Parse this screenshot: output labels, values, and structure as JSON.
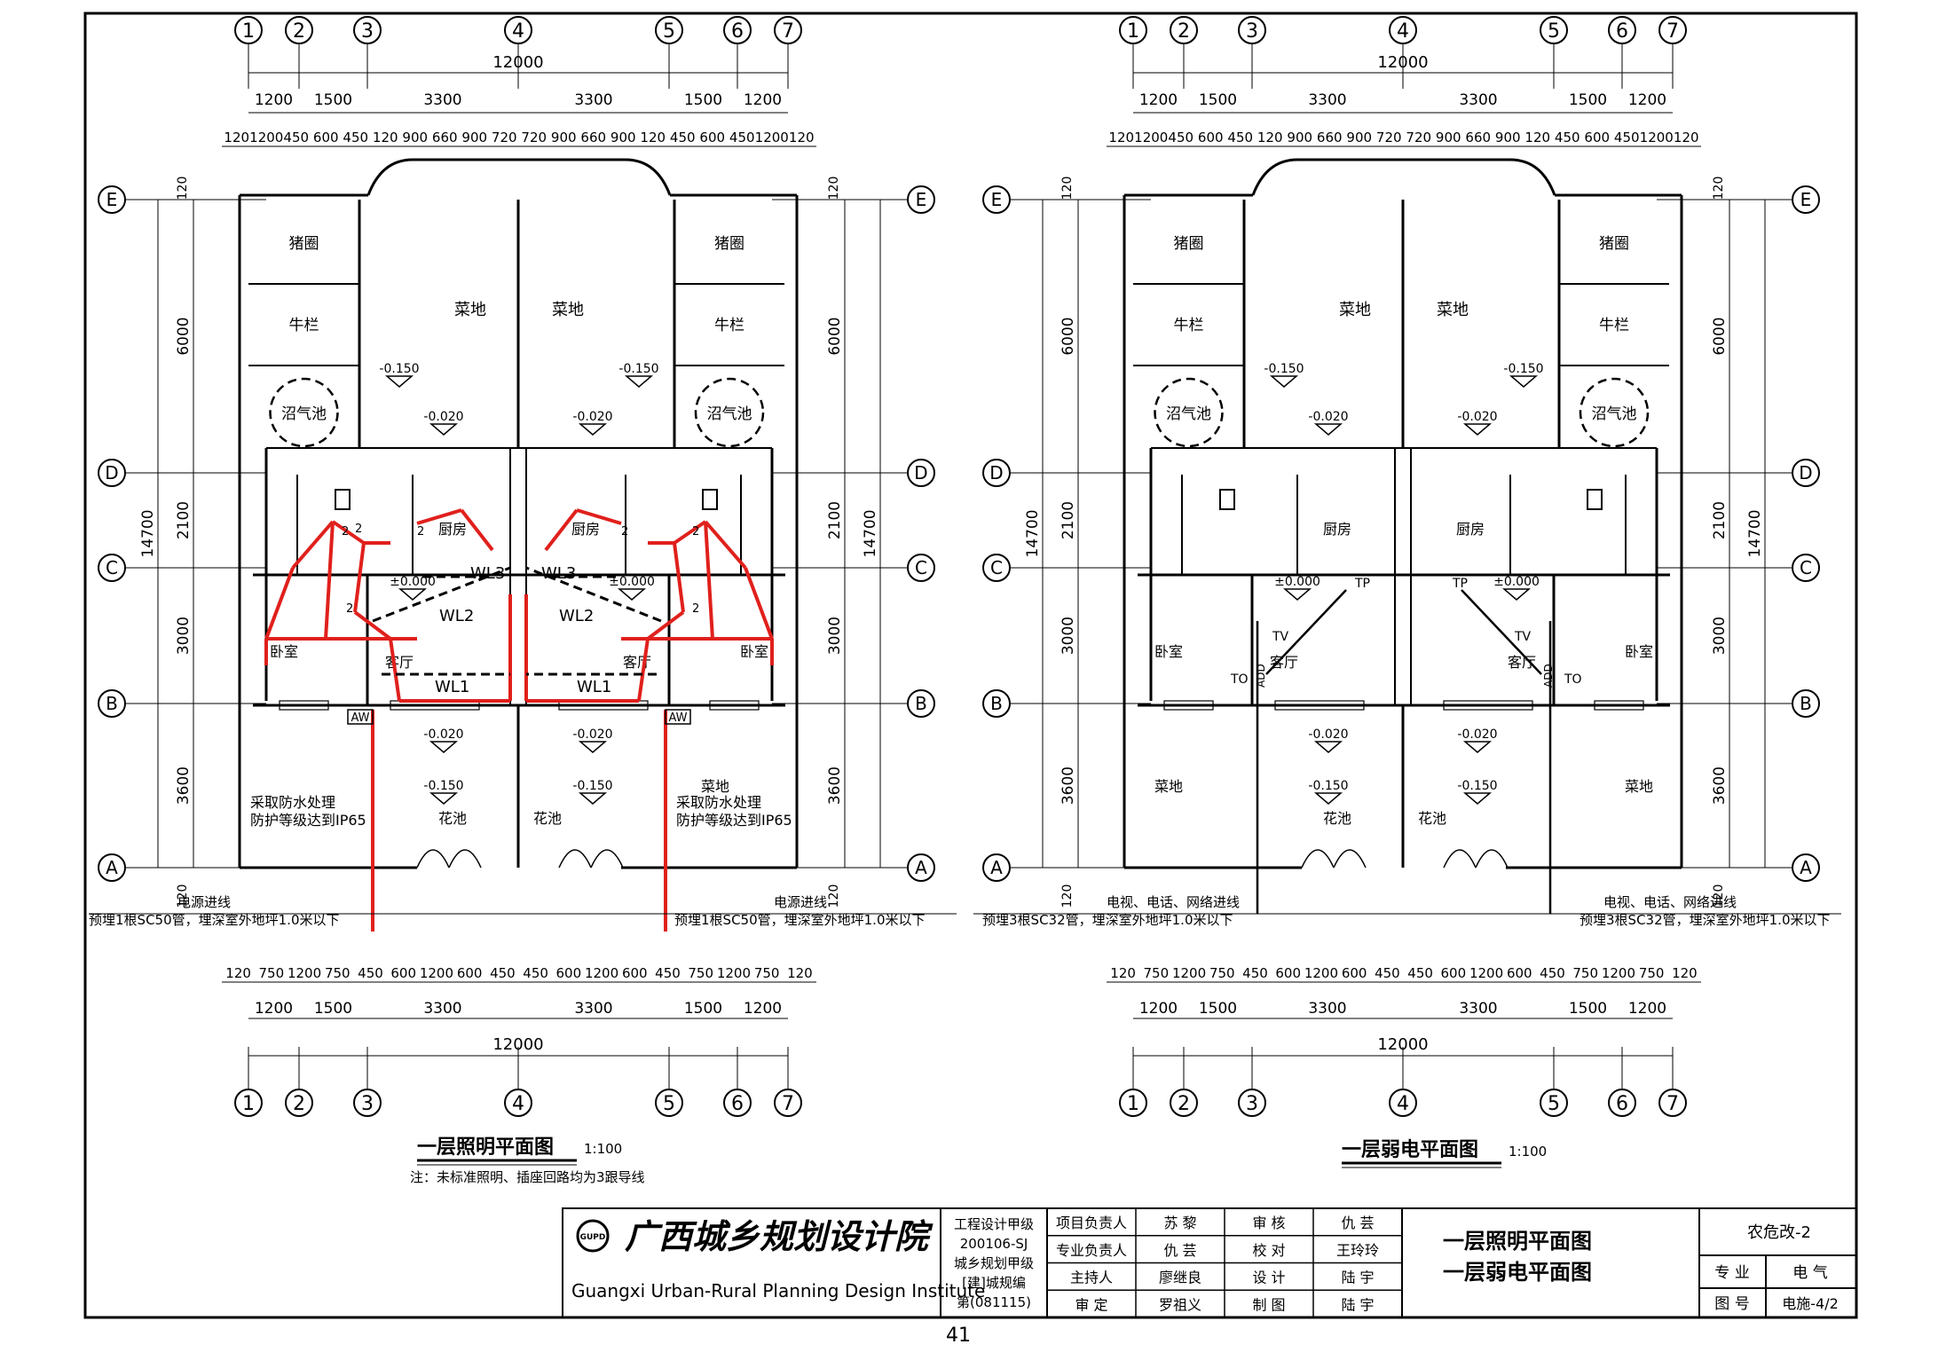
{
  "sheet": {
    "page_number": "41"
  },
  "axes": {
    "columns": [
      "1",
      "2",
      "3",
      "4",
      "5",
      "6",
      "7"
    ],
    "rows": [
      "A",
      "B",
      "C",
      "D",
      "E"
    ]
  },
  "dims": {
    "top_total": "12000",
    "top_row1": [
      "1200",
      "1500",
      "3300",
      "3300",
      "1500",
      "1200"
    ],
    "top_row2": [
      "120",
      "1200",
      "450",
      "600",
      "450",
      "120",
      "900",
      "660",
      "900",
      "720",
      "720",
      "900",
      "660",
      "900",
      "120",
      "450",
      "600",
      "450",
      "1200",
      "120"
    ],
    "bottom_row1": [
      "120",
      "750",
      "1200",
      "750",
      "450",
      "600",
      "1200",
      "600",
      "450",
      "450",
      "600",
      "1200",
      "600",
      "450",
      "750",
      "1200",
      "750",
      "120"
    ],
    "bottom_row2": [
      "1200",
      "1500",
      "3300",
      "3300",
      "1500",
      "1200"
    ],
    "bottom_total": "12000",
    "left_total": "14700",
    "left_parts": [
      "6000",
      "2100",
      "3000",
      "3600"
    ],
    "right_parts": [
      "6000",
      "2100",
      "3000",
      "3600"
    ],
    "right_total": "14700",
    "small_top": "120",
    "small_bottom": "120"
  },
  "rooms": {
    "pigsty": "猪圈",
    "cattle": "牛栏",
    "vegetable": "菜地",
    "biogas": "沼气池",
    "kitchen": "厨房",
    "bedroom": "卧室",
    "living": "客厅",
    "flower": "花池"
  },
  "levels": {
    "l1": "-0.150",
    "l2": "-0.020",
    "l0": "±0.000"
  },
  "circuits": {
    "wl1": "WL1",
    "wl2": "WL2",
    "wl3": "WL3",
    "aw": "AW",
    "two": "2",
    "tp": "TP",
    "tv": "TV",
    "to": "TO",
    "add": "ADD"
  },
  "notes": {
    "waterproof1": "采取防水处理",
    "waterproof2": "防护等级达到IP65",
    "power_in": "电源进线",
    "power_pipe": "预埋1根SC50管，埋深室外地坪1.0米以下",
    "weak_in": "电视、电话、网络进线",
    "weak_pipe": "预埋3根SC32管，埋深室外地坪1.0米以下",
    "caiди": "菜地"
  },
  "titles": {
    "lighting_title": "一层照明平面图",
    "lighting_scale": "1:100",
    "lighting_note": "注：未标准照明、插座回路均为3跟导线",
    "weak_title": "一层弱电平面图",
    "weak_scale": "1:100"
  },
  "title_block": {
    "institute_cn": "广西城乡规划设计院",
    "institute_en": "Guangxi Urban-Rural Planning Design Institute",
    "logo": "GUPD",
    "cert_lines": [
      "工程设计甲级",
      "200106-SJ",
      "城乡规划甲级",
      "[建]城规编",
      "第(081115)"
    ],
    "roles": [
      {
        "role": "项目负责人",
        "name": "苏  黎",
        "role2": "审  核",
        "name2": "仇  芸"
      },
      {
        "role": "专业负责人",
        "name": "仇  芸",
        "role2": "校  对",
        "name2": "王玲玲"
      },
      {
        "role": "主持人",
        "name": "廖继良",
        "role2": "设  计",
        "name2": "陆  宇"
      },
      {
        "role": "审  定",
        "name": "罗祖义",
        "role2": "制  图",
        "name2": "陆  宇"
      }
    ],
    "drawing_titles": [
      "一层照明平面图",
      "一层弱电平面图"
    ],
    "project": "农危改-2",
    "discipline_label": "专  业",
    "discipline": "电  气",
    "drawing_no_label": "图  号",
    "drawing_no": "电施-4/2"
  }
}
